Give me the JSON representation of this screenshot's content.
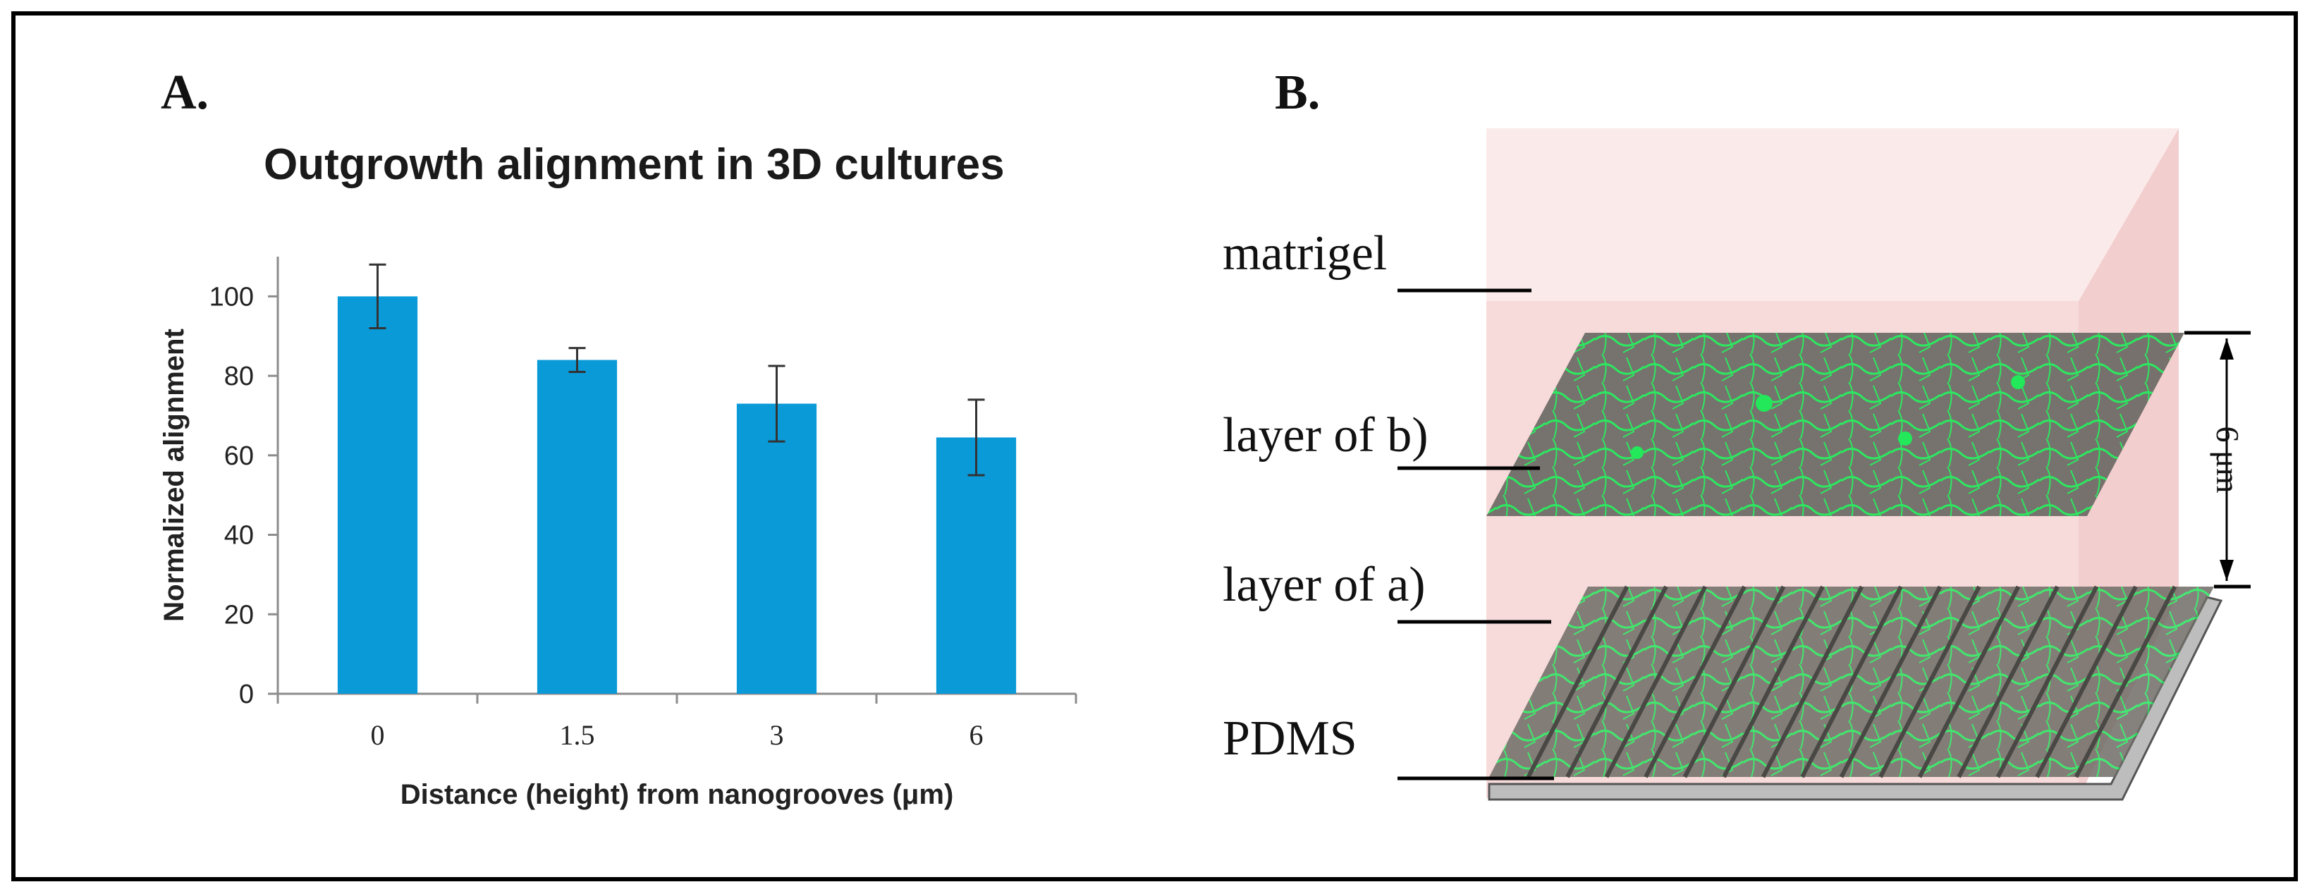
{
  "panel_a": {
    "letter": "A."
  },
  "panel_b": {
    "letter": "B.",
    "labels": {
      "matrigel": "matrigel",
      "layer_b": "layer of b)",
      "layer_a": "layer of a)",
      "pdms": "PDMS",
      "dimension": "6 μm"
    },
    "colors": {
      "matrigel": "#f7d7d7",
      "layer": "#6f6c67",
      "neurite": "#22e85a",
      "substrate": "#bdbdbd"
    }
  },
  "chart_data": {
    "type": "bar",
    "title": "Outgrowth alignment in 3D cultures",
    "xlabel": "Distance (height) from nanogrooves (μm)",
    "ylabel": "Normalized alignment",
    "categories": [
      "0",
      "1.5",
      "3",
      "6"
    ],
    "series": [
      {
        "values": [
          100,
          84,
          73,
          64.5
        ],
        "errors": [
          8,
          3,
          9.5,
          9.5
        ]
      }
    ],
    "ylim": [
      0,
      110
    ],
    "yticks": [
      0,
      20,
      40,
      60,
      80,
      100
    ],
    "grid": false,
    "bar_color": "#0a9ad8"
  }
}
